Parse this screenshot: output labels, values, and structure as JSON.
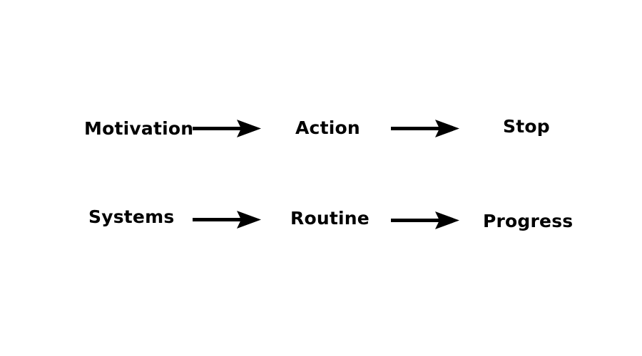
{
  "diagram": {
    "rows": [
      {
        "steps": [
          {
            "label": "Motivation"
          },
          {
            "label": "Action"
          },
          {
            "label": "Stop"
          }
        ]
      },
      {
        "steps": [
          {
            "label": "Systems"
          },
          {
            "label": "Routine"
          },
          {
            "label": "Progress"
          }
        ]
      }
    ],
    "colors": {
      "text": "#000000",
      "arrow": "#000000",
      "background": "#ffffff"
    },
    "arrow_icon": "right-arrow-icon"
  }
}
